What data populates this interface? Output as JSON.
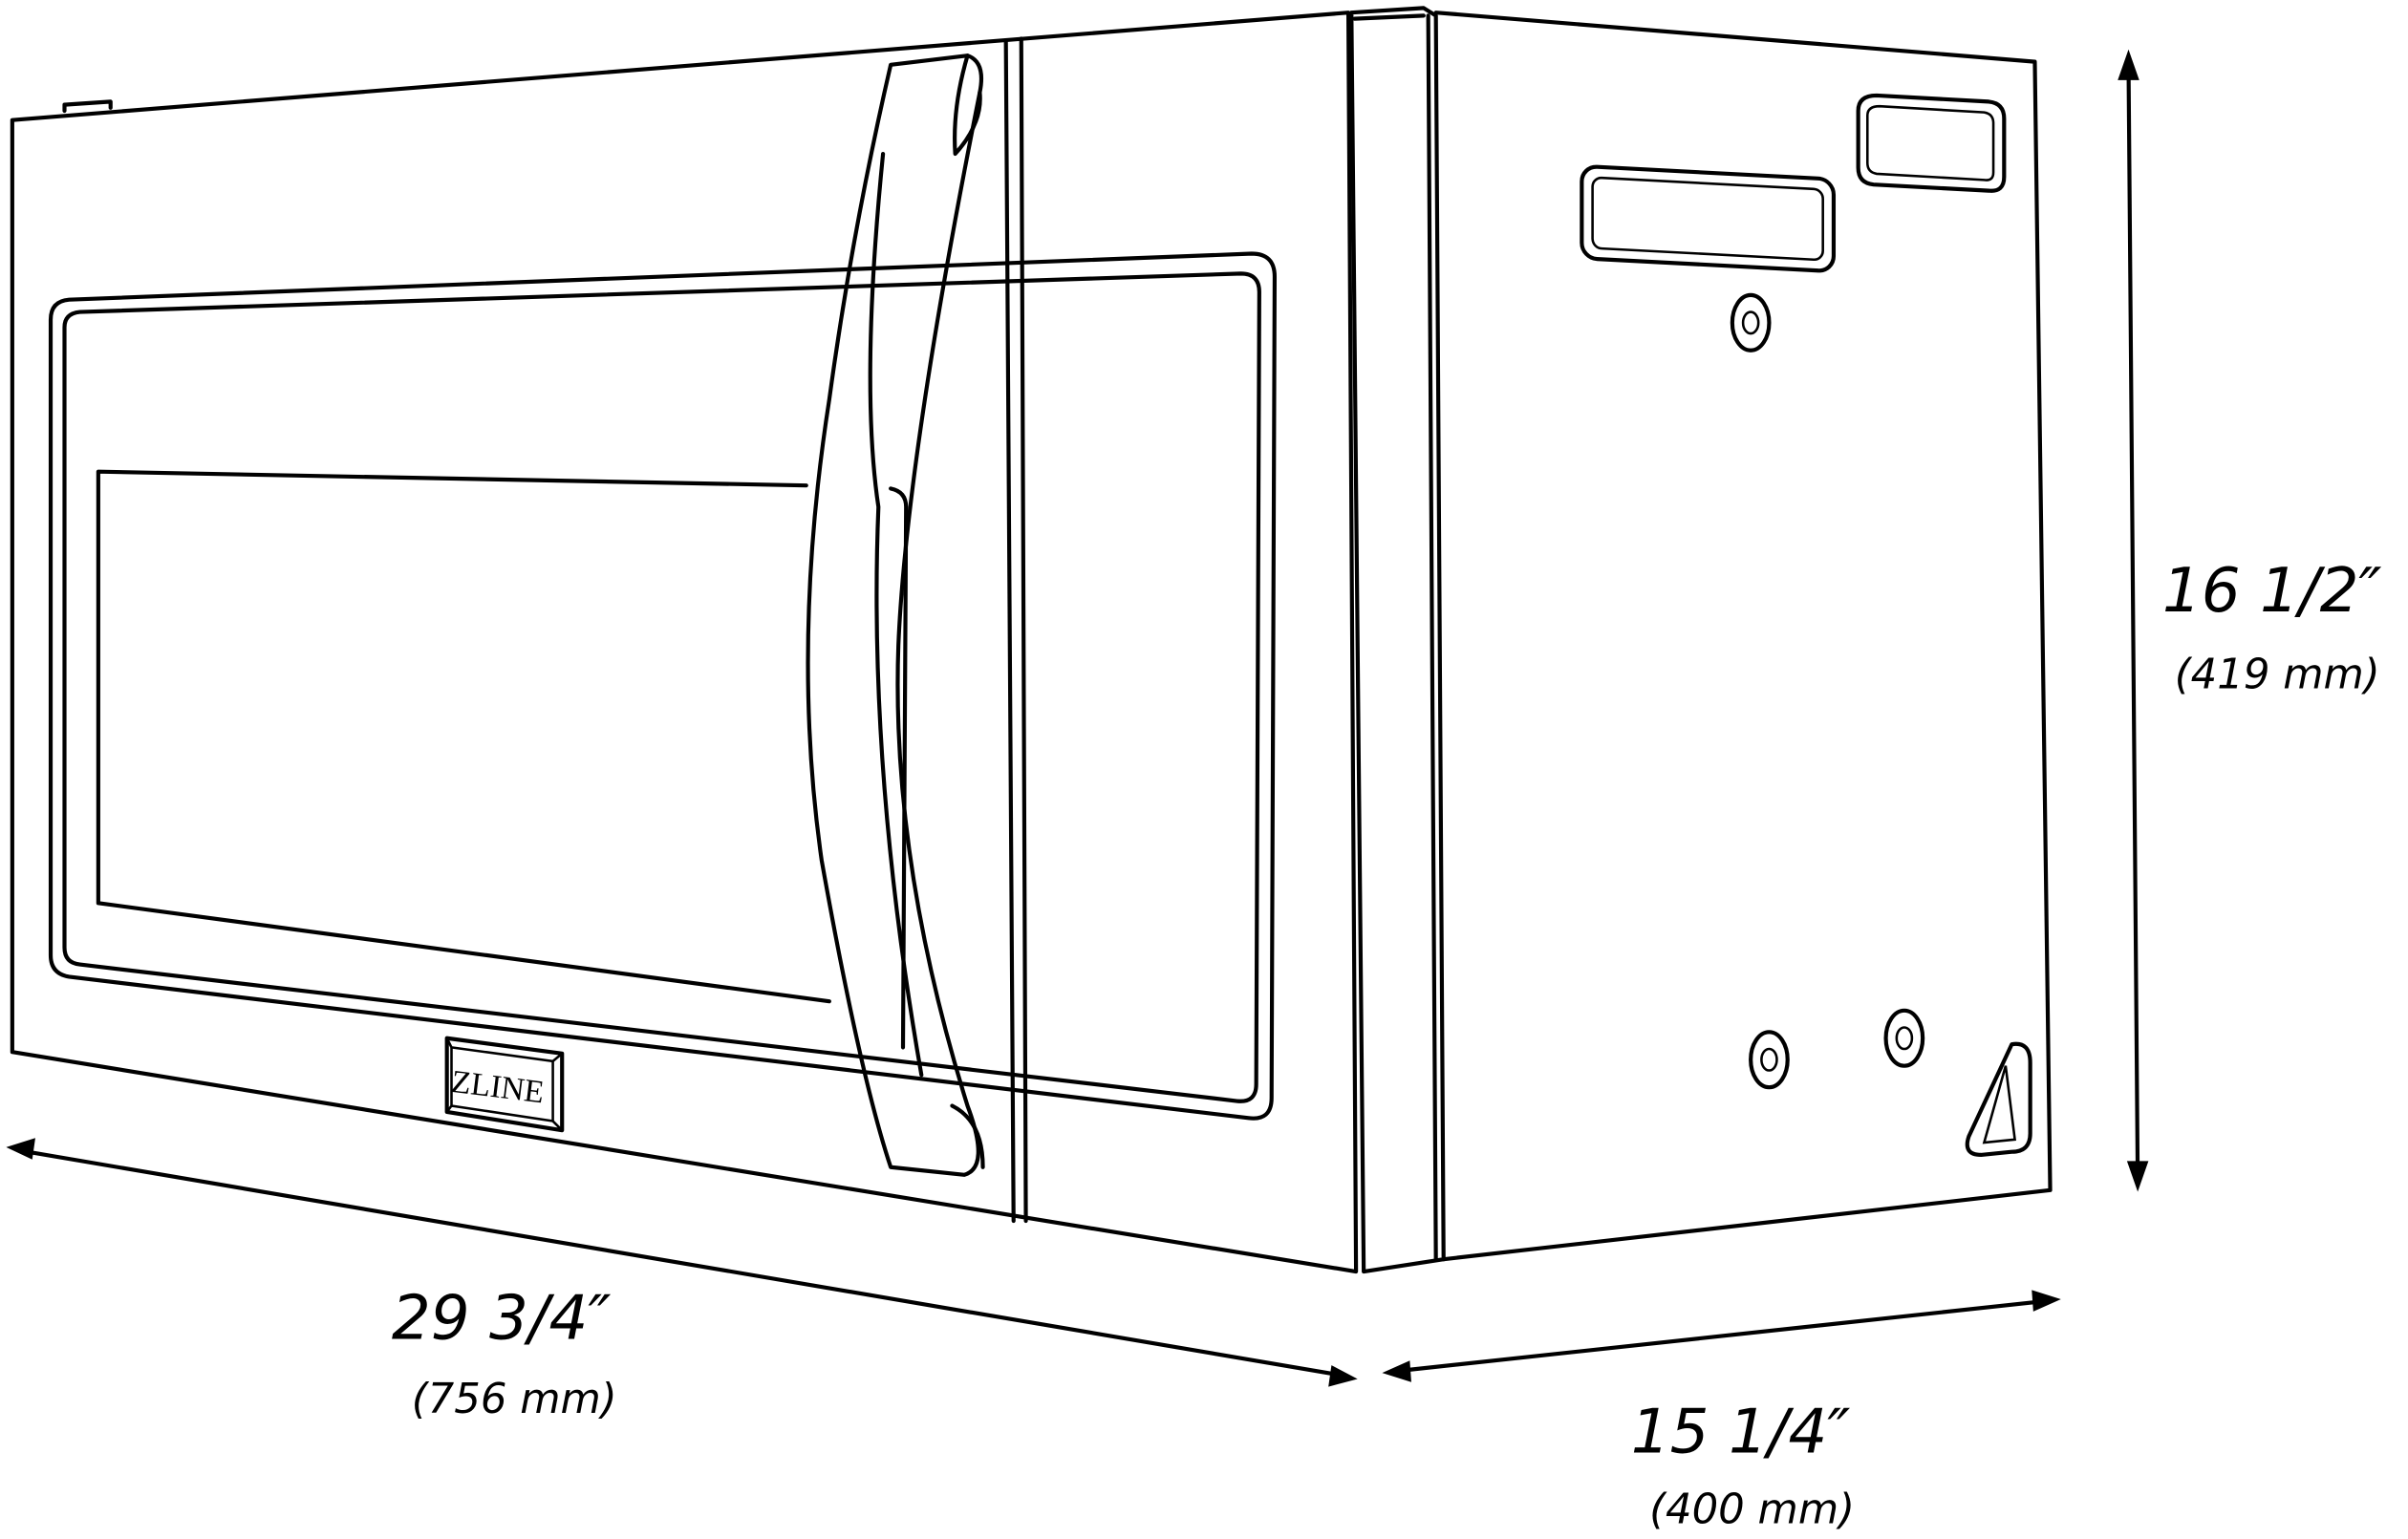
{
  "brand_logo": "ZLINE",
  "dimensions": {
    "height": {
      "imperial": "16 1/2″",
      "metric": "(419 mm)"
    },
    "width": {
      "imperial": "29 3/4″",
      "metric": "(756 mm)"
    },
    "depth": {
      "imperial": "15 1/4″",
      "metric": "(400 mm)"
    }
  },
  "colors": {
    "line": "#000000",
    "background": "#ffffff"
  }
}
